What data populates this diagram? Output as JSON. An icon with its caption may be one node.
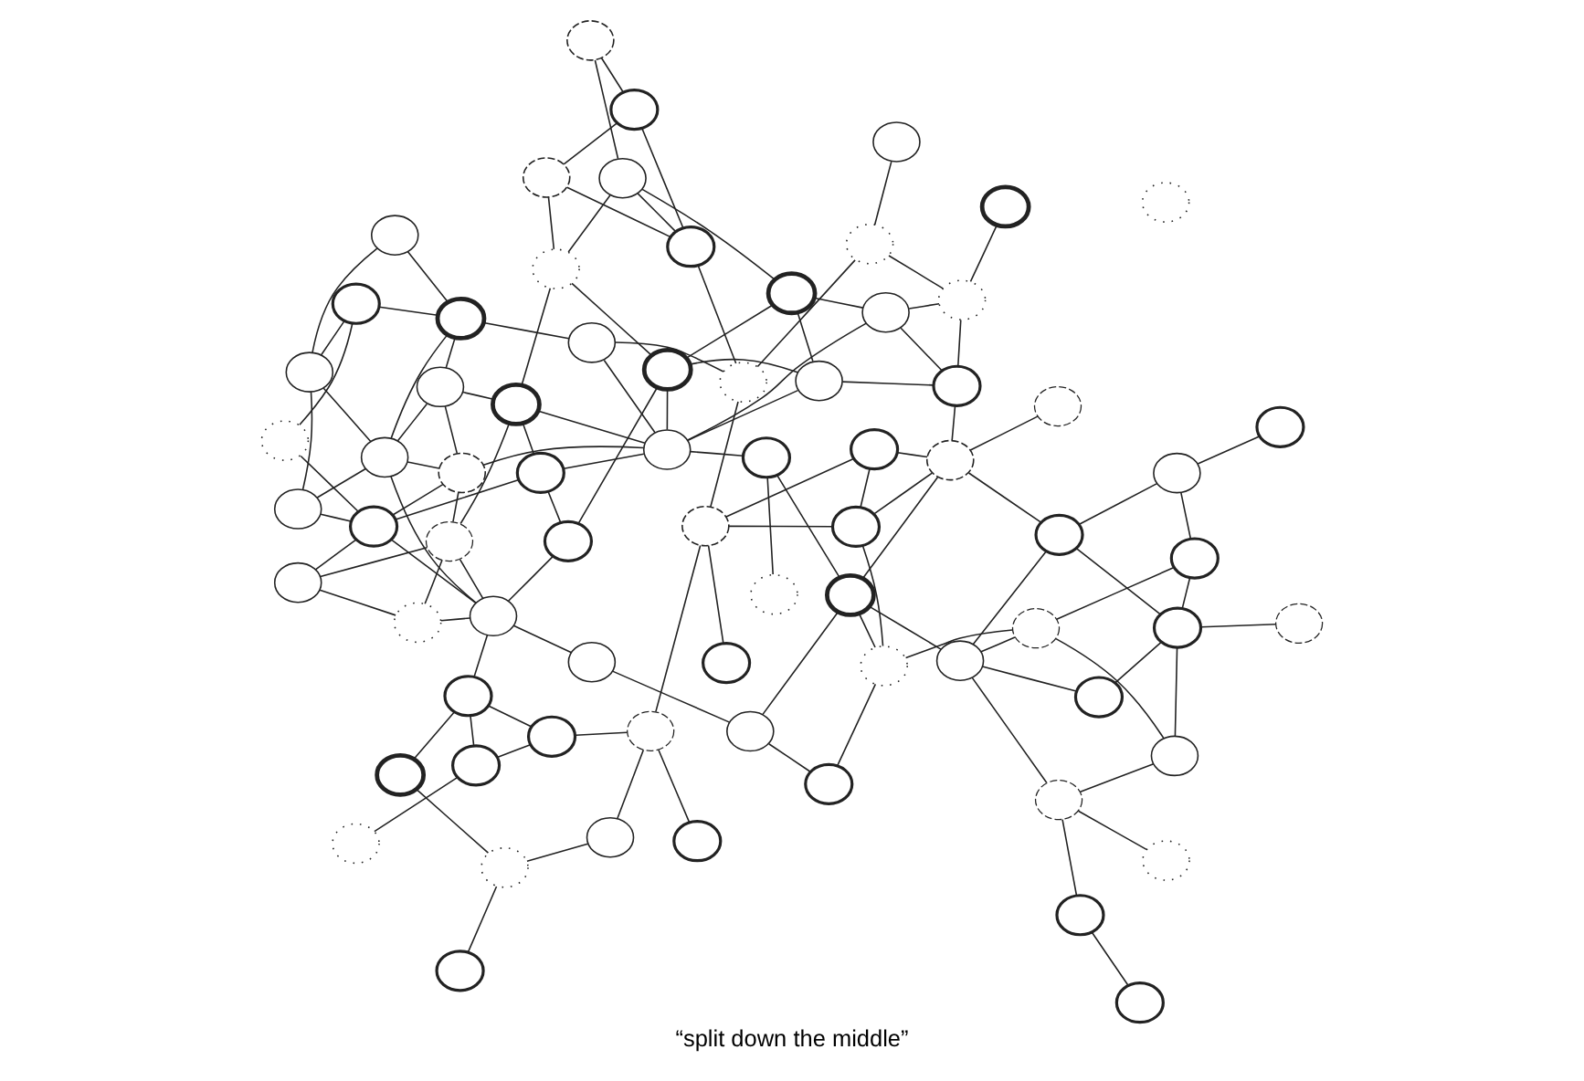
{
  "diagram": {
    "caption": "“split down the middle”",
    "nodes": [
      {
        "text": [],
        "shape": "circle"
      },
      {
        "text": [],
        "shape": "circle"
      },
      {
        "text": [],
        "shape": "circle"
      },
      {
        "text": [],
        "shape": "circle"
      },
      {
        "text": [],
        "shape": "circle"
      },
      {
        "text": [],
        "shape": "circle"
      },
      {
        "text": [],
        "shape": "circle"
      },
      {
        "text": [],
        "shape": "circle"
      },
      {
        "text": [],
        "shape": "circle"
      },
      {
        "text": [],
        "shape": "circle"
      },
      {
        "text": [],
        "shape": "circle"
      },
      {
        "text": [],
        "shape": "circle"
      },
      {
        "text": [],
        "shape": "circle"
      },
      {
        "text": [],
        "shape": "circle"
      },
      {
        "text": [],
        "shape": "circle"
      },
      {
        "text": [],
        "shape": "circle"
      },
      {
        "text": [],
        "shape": "circle"
      },
      {
        "text": [],
        "shape": "circle"
      },
      {
        "text": [],
        "shape": "circle"
      },
      {
        "text": [],
        "shape": "circle"
      },
      {
        "text": [],
        "shape": "circle"
      },
      {
        "text": [],
        "shape": "circle"
      },
      {
        "text": [],
        "shape": "circle"
      },
      {
        "text": [],
        "shape": "circle"
      },
      {
        "text": [],
        "shape": "circle"
      },
      {
        "text": [],
        "shape": "circle"
      },
      {
        "text": [],
        "shape": "circle"
      },
      {
        "text": [],
        "shape": "circle"
      },
      {
        "text": [],
        "shape": "circle"
      },
      {
        "text": [],
        "shape": "circle"
      },
      {
        "text": [],
        "shape": "circle"
      },
      {
        "text": [],
        "shape": "circle"
      },
      {
        "text": [],
        "shape": "circle"
      },
      {
        "text": [],
        "shape": "circle"
      },
      {
        "text": [],
        "shape": "circle"
      },
      {
        "text": [],
        "shape": "circle"
      },
      {
        "text": [],
        "shape": "circle"
      },
      {
        "text": [],
        "shape": "circle"
      },
      {
        "text": [],
        "shape": "circle"
      },
      {
        "text": [],
        "shape": "circle"
      },
      {
        "text": [],
        "shape": "circle"
      },
      {
        "text": [],
        "shape": "circle"
      },
      {
        "text": [],
        "shape": "circle"
      },
      {
        "text": [],
        "shape": "circle"
      },
      {
        "text": [],
        "shape": "circle"
      },
      {
        "text": [],
        "shape": "circle"
      },
      {
        "text": [],
        "shape": "circle"
      },
      {
        "text": [],
        "shape": "circle"
      },
      {
        "text": [],
        "shape": "circle"
      },
      {
        "text": [],
        "shape": "circle"
      },
      {
        "text": [],
        "shape": "circle"
      },
      {
        "text": [],
        "shape": "circle"
      },
      {
        "text": [],
        "shape": "circle"
      },
      {
        "text": [],
        "shape": "circle"
      },
      {
        "text": [],
        "shape": "circle"
      },
      {
        "text": [],
        "shape": "circle"
      },
      {
        "text": [],
        "shape": "circle"
      },
      {
        "text": [],
        "shape": "circle"
      },
      {
        "text": [],
        "shape": "circle"
      },
      {
        "text": [],
        "shape": "circle"
      },
      {
        "text": [],
        "shape": "circle"
      },
      {
        "text": [],
        "shape": "circle"
      },
      {
        "text": [],
        "shape": "circle"
      },
      {
        "text": [],
        "shape": "circle"
      },
      {
        "text": [],
        "shape": "circle"
      },
      {
        "text": [],
        "shape": "circle"
      },
      {
        "text": [],
        "shape": "circle"
      },
      {
        "text": [],
        "shape": "circle"
      },
      {
        "text": [],
        "shape": "circle"
      },
      {
        "text": [],
        "shape": "circle"
      },
      {
        "text": [],
        "shape": "circle"
      },
      {
        "text": [],
        "shape": "circle"
      },
      {
        "text": [],
        "shape": "circle"
      }
    ],
    "edges": [
      {
        "from": 0,
        "to": 1,
        "arrow": "none"
      },
      {
        "from": 1,
        "to": 41,
        "arrow": "none"
      },
      {
        "from": 3,
        "to": 38,
        "arrow": "none"
      },
      {
        "from": 39,
        "to": 38,
        "arrow": "none"
      },
      {
        "from": 2,
        "to": 3,
        "arrow": "none"
      },
      {
        "from": 0,
        "to": 8,
        "arrow": "none"
      },
      {
        "from": 0,
        "to": 17,
        "arrow": "none"
      },
      {
        "from": 0,
        "to": 10,
        "arrow": "none"
      },
      {
        "from": 1,
        "to": 14,
        "arrow": "none"
      },
      {
        "from": 1,
        "to": 4,
        "arrow": "none"
      },
      {
        "from": 1,
        "to": 6,
        "arrow": "none"
      },
      {
        "from": 4,
        "to": 3,
        "arrow": "none"
      },
      {
        "from": 4,
        "to": 6,
        "arrow": "none"
      },
      {
        "from": 9,
        "to": 7,
        "arrow": "none"
      },
      {
        "from": 5,
        "to": 9,
        "arrow": "none"
      },
      {
        "from": 9,
        "to": 55,
        "arrow": "none"
      },
      {
        "from": 16,
        "to": 21,
        "arrow": "none"
      },
      {
        "from": 12,
        "to": 60,
        "arrow": "none"
      },
      {
        "from": 21,
        "to": 60,
        "arrow": "none"
      },
      {
        "from": 22,
        "to": 23,
        "arrow": "none"
      },
      {
        "from": 20,
        "to": 26,
        "arrow": "none"
      },
      {
        "from": 26,
        "to": 7,
        "arrow": "none"
      },
      {
        "from": 26,
        "to": 6,
        "arrow": "none"
      },
      {
        "from": 7,
        "to": 16,
        "arrow": "none"
      },
      {
        "from": 16,
        "to": 20,
        "arrow": "none"
      },
      {
        "from": 3,
        "to": 24,
        "arrow": "none"
      },
      {
        "from": 7,
        "to": 25,
        "arrow": "none"
      },
      {
        "from": 3,
        "to": 7,
        "arrow": "none"
      },
      {
        "from": 3,
        "to": 6,
        "arrow": "none"
      },
      {
        "from": 10,
        "to": 11,
        "arrow": "none"
      },
      {
        "from": 10,
        "to": 12,
        "arrow": "none"
      },
      {
        "from": 12,
        "to": 11,
        "arrow": "none"
      },
      {
        "from": 11,
        "to": 13,
        "arrow": "none"
      },
      {
        "from": 12,
        "to": 15,
        "arrow": "none"
      },
      {
        "from": 15,
        "to": 19,
        "arrow": "none"
      },
      {
        "from": 18,
        "to": 19,
        "arrow": "none"
      },
      {
        "from": 17,
        "to": 19,
        "arrow": "none"
      },
      {
        "from": 23,
        "to": 24,
        "arrow": "none"
      },
      {
        "from": 24,
        "to": 25,
        "arrow": "none"
      },
      {
        "from": 27,
        "to": 25,
        "arrow": "none"
      },
      {
        "from": 26,
        "to": 27,
        "arrow": "none"
      },
      {
        "from": 23,
        "to": 33,
        "arrow": "none"
      },
      {
        "from": 27,
        "to": 33,
        "arrow": "none"
      },
      {
        "from": 27,
        "to": 31,
        "arrow": "none"
      },
      {
        "from": 30,
        "to": 28,
        "arrow": "none"
      },
      {
        "from": 30,
        "to": 34,
        "arrow": "none"
      },
      {
        "from": 32,
        "to": 34,
        "arrow": "none"
      },
      {
        "from": 31,
        "to": 34,
        "arrow": "none"
      },
      {
        "from": 31,
        "to": 35,
        "arrow": "none"
      },
      {
        "from": 25,
        "to": 34,
        "arrow": "none"
      },
      {
        "from": 33,
        "to": 35,
        "arrow": "none"
      },
      {
        "from": 35,
        "to": 36,
        "arrow": "none"
      },
      {
        "from": 35,
        "to": 37,
        "arrow": "none"
      },
      {
        "from": 25,
        "to": 37,
        "arrow": "none"
      },
      {
        "from": 24,
        "to": 35,
        "arrow": "none"
      },
      {
        "from": 38,
        "to": 44,
        "arrow": "none"
      },
      {
        "from": 38,
        "to": 53,
        "arrow": "none"
      },
      {
        "from": 39,
        "to": 40,
        "arrow": "none"
      },
      {
        "from": 40,
        "to": 42,
        "arrow": "none"
      },
      {
        "from": 40,
        "to": 41,
        "arrow": "none"
      },
      {
        "from": 41,
        "to": 43,
        "arrow": "none"
      },
      {
        "from": 41,
        "to": 62,
        "arrow": "none"
      },
      {
        "from": 39,
        "to": 44,
        "arrow": "none"
      },
      {
        "from": 39,
        "to": 45,
        "arrow": "none"
      },
      {
        "from": 44,
        "to": 47,
        "arrow": "none"
      },
      {
        "from": 44,
        "to": 55,
        "arrow": "none"
      },
      {
        "from": 47,
        "to": 50,
        "arrow": "none"
      },
      {
        "from": 47,
        "to": 51,
        "arrow": "none"
      },
      {
        "from": 47,
        "to": 53,
        "arrow": "none"
      },
      {
        "from": 43,
        "to": 51,
        "arrow": "none"
      },
      {
        "from": 43,
        "to": 48,
        "arrow": "none"
      },
      {
        "from": 43,
        "to": 52,
        "arrow": "none"
      },
      {
        "from": 46,
        "to": 51,
        "arrow": "none"
      },
      {
        "from": 46,
        "to": 48,
        "arrow": "none"
      },
      {
        "from": 48,
        "to": 52,
        "arrow": "none"
      },
      {
        "from": 49,
        "to": 50,
        "arrow": "none"
      },
      {
        "from": 50,
        "to": 53,
        "arrow": "none"
      },
      {
        "from": 50,
        "to": 54,
        "arrow": "none"
      },
      {
        "from": 51,
        "to": 54,
        "arrow": "none"
      },
      {
        "from": 52,
        "to": 54,
        "arrow": "none"
      },
      {
        "from": 53,
        "to": 55,
        "arrow": "none"
      },
      {
        "from": 49,
        "to": 59,
        "arrow": "none"
      },
      {
        "from": 49,
        "to": 60,
        "arrow": "none"
      },
      {
        "from": 50,
        "to": 55,
        "arrow": "none"
      },
      {
        "from": 54,
        "to": 56,
        "arrow": "none"
      },
      {
        "from": 55,
        "to": 56,
        "arrow": "none"
      },
      {
        "from": 55,
        "to": 59,
        "arrow": "none"
      },
      {
        "from": 56,
        "to": 59,
        "arrow": "none"
      },
      {
        "from": 55,
        "to": 57,
        "arrow": "none"
      },
      {
        "from": 55,
        "to": 62,
        "arrow": "none"
      },
      {
        "from": 56,
        "to": 58,
        "arrow": "none"
      },
      {
        "from": 56,
        "to": 72,
        "arrow": "none"
      },
      {
        "from": 57,
        "to": 58,
        "arrow": "none"
      },
      {
        "from": 57,
        "to": 66,
        "arrow": "none"
      },
      {
        "from": 57,
        "to": 64,
        "arrow": "none"
      },
      {
        "from": 57,
        "to": 72,
        "arrow": "none"
      },
      {
        "from": 58,
        "to": 61,
        "arrow": "none"
      },
      {
        "from": 58,
        "to": 64,
        "arrow": "none"
      },
      {
        "from": 61,
        "to": 62,
        "arrow": "none"
      },
      {
        "from": 61,
        "to": 64,
        "arrow": "none"
      },
      {
        "from": 61,
        "to": 69,
        "arrow": "none"
      },
      {
        "from": 61,
        "to": 71,
        "arrow": "none"
      },
      {
        "from": 63,
        "to": 60,
        "arrow": "none"
      },
      {
        "from": 63,
        "to": 65,
        "arrow": "none"
      },
      {
        "from": 63,
        "to": 72,
        "arrow": "none"
      },
      {
        "from": 65,
        "to": 72,
        "arrow": "none"
      },
      {
        "from": 59,
        "to": 66,
        "arrow": "none"
      },
      {
        "from": 60,
        "to": 66,
        "arrow": "none"
      },
      {
        "from": 60,
        "to": 64,
        "arrow": "none"
      },
      {
        "from": 60,
        "to": 72,
        "arrow": "none"
      },
      {
        "from": 65,
        "to": 66,
        "arrow": "none"
      },
      {
        "from": 66,
        "to": 67,
        "arrow": "none"
      },
      {
        "from": 66,
        "to": 70,
        "arrow": "none"
      },
      {
        "from": 67,
        "to": 64,
        "arrow": "none"
      },
      {
        "from": 67,
        "to": 68,
        "arrow": "none"
      },
      {
        "from": 68,
        "to": 64,
        "arrow": "none"
      },
      {
        "from": 68,
        "to": 69,
        "arrow": "none"
      },
      {
        "from": 68,
        "to": 71,
        "arrow": "none"
      },
      {
        "from": 70,
        "to": 71,
        "arrow": "none"
      }
    ]
  }
}
